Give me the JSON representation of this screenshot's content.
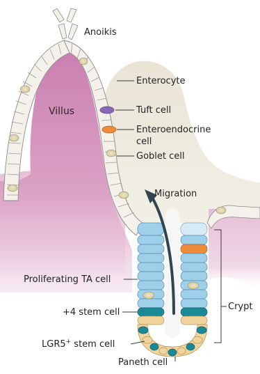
{
  "labels": {
    "anoikis": "Anoikis",
    "villus": "Villus",
    "enterocyte": "Enterocyte",
    "tuft_cell": "Tuft cell",
    "enteroendocrine_line1": "Enteroendocrine",
    "enteroendocrine_line2": "cell",
    "goblet_cell": "Goblet cell",
    "migration": "Migration",
    "proliferating_ta_cell": "Proliferating TA cell",
    "plus4_stem_cell": "+4 stem cell",
    "lgr5_prefix": "LGR5",
    "lgr5_sup": "+",
    "lgr5_suffix": " stem cell",
    "paneth_cell": "Paneth cell",
    "crypt": "Crypt"
  },
  "colors": {
    "villus_core": "#d89bc0",
    "lamina": "#ecd3e3",
    "background_villus": "#ece8de",
    "enterocyte": "#f4f1ea",
    "ta_cell": "#9fd0ea",
    "stem_cell": "#1b8a98",
    "paneth_cell": "#f1d49c",
    "tuft_cell": "#8a6ab8",
    "enteroendocrine_cell": "#ee8a3c",
    "goblet_cell": "#d8cfa8",
    "migration_arrow": "#2f4652"
  }
}
